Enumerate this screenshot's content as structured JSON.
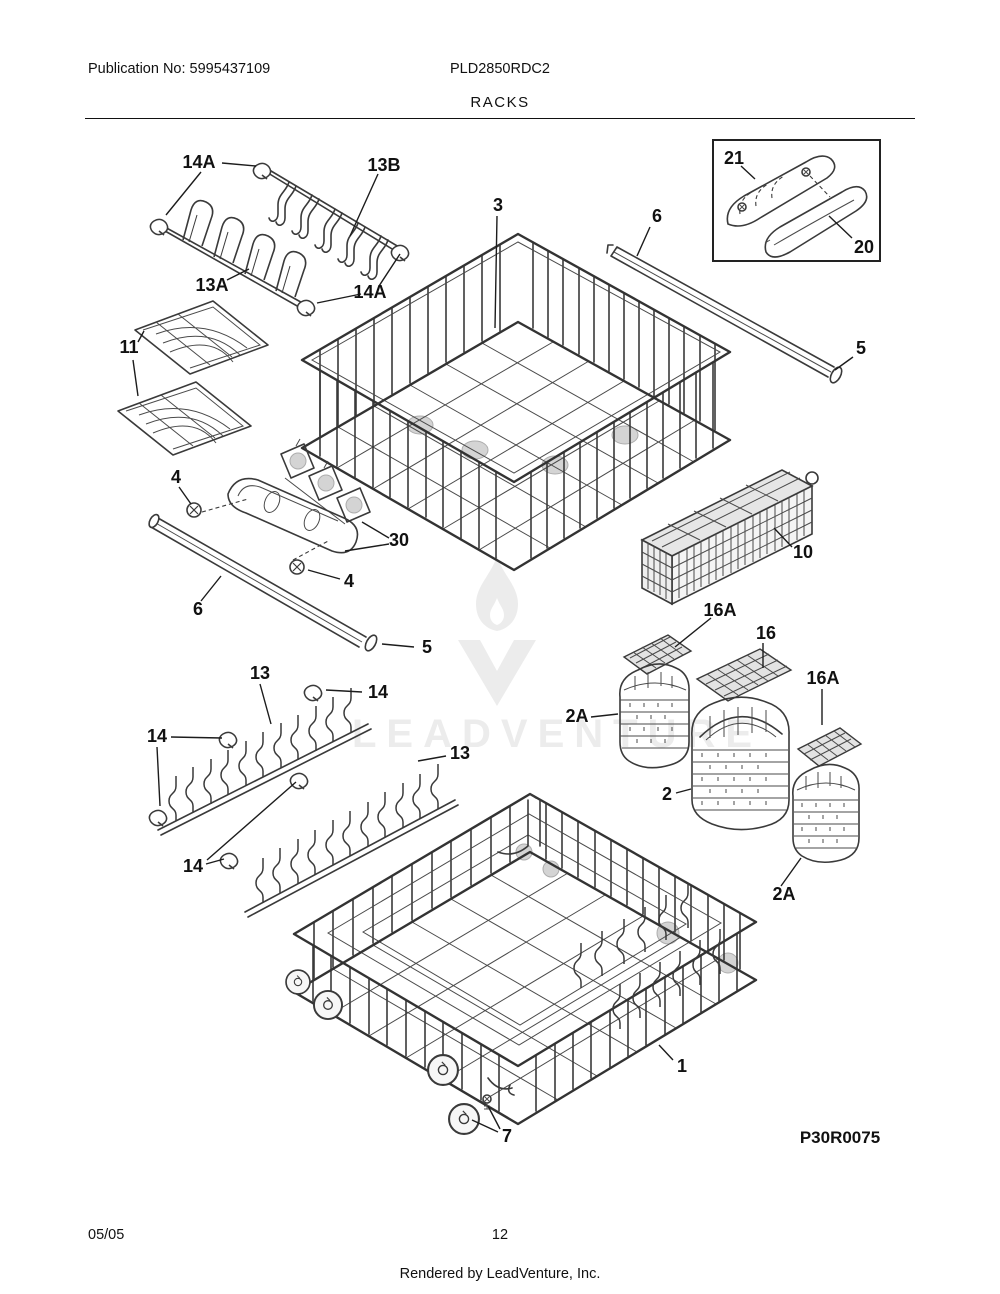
{
  "header": {
    "publication": "Publication No: 5995437109",
    "model": "PLD2850RDC2",
    "title": "RACKS"
  },
  "footer": {
    "date": "05/05",
    "page_number": "12",
    "rendered_by": "Rendered by LeadVenture, Inc."
  },
  "diagram": {
    "code": "P30R0075",
    "watermark": "LEADVENTURE",
    "callouts": [
      {
        "label": "14A"
      },
      {
        "label": "13B"
      },
      {
        "label": "3"
      },
      {
        "label": "6"
      },
      {
        "label": "21"
      },
      {
        "label": "20"
      },
      {
        "label": "5"
      },
      {
        "label": "13A"
      },
      {
        "label": "14A"
      },
      {
        "label": "11"
      },
      {
        "label": "4"
      },
      {
        "label": "30"
      },
      {
        "label": "4"
      },
      {
        "label": "6"
      },
      {
        "label": "5"
      },
      {
        "label": "10"
      },
      {
        "label": "16A"
      },
      {
        "label": "16"
      },
      {
        "label": "16A"
      },
      {
        "label": "2A"
      },
      {
        "label": "13"
      },
      {
        "label": "14"
      },
      {
        "label": "14"
      },
      {
        "label": "13"
      },
      {
        "label": "2"
      },
      {
        "label": "14"
      },
      {
        "label": "2A"
      },
      {
        "label": "1"
      },
      {
        "label": "7"
      }
    ]
  }
}
